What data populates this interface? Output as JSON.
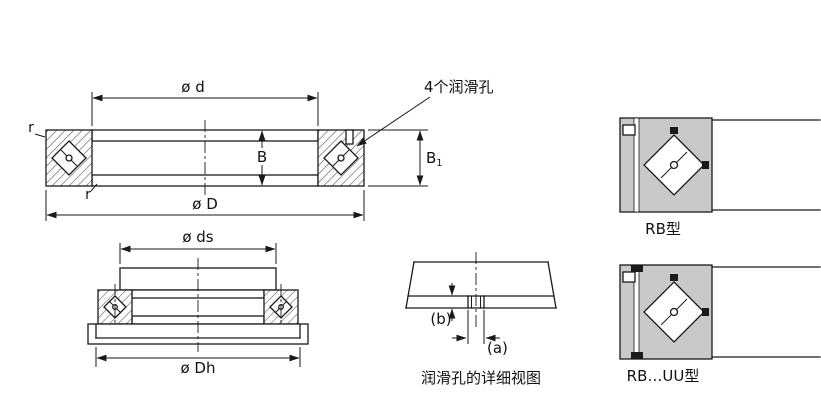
{
  "colors": {
    "line": "#1a1a1a",
    "section_fill": "#c9c9c9",
    "background": "#ffffff"
  },
  "top_view": {
    "dim_bore_label": "ø d",
    "lube_holes_note": "4个润滑孔",
    "radius_top_label": "r",
    "radius_bottom_label": "r",
    "width_label": "B",
    "width1_base": "B",
    "width1_subscript": "1",
    "dim_outer_label": "ø D"
  },
  "mount_view": {
    "dim_shaft_seat_label": "ø ds",
    "dim_housing_bore_label": "ø Dh"
  },
  "hole_detail": {
    "depth_label": "(b)",
    "diameter_label": "(a)",
    "caption": "润滑孔的详细视图"
  },
  "type_sections": {
    "rb_label": "RB型",
    "rb_uu_label": "RB…UU型"
  }
}
